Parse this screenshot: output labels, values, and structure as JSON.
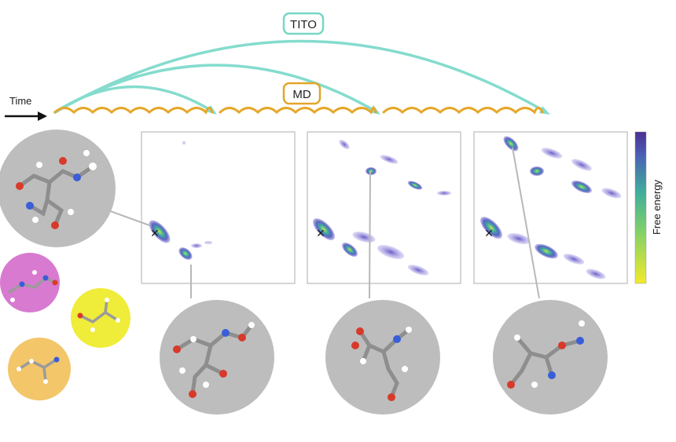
{
  "labels": {
    "tito": "TITO",
    "md": "MD",
    "time": "Time",
    "free_energy": "Free energy"
  },
  "markers": {
    "start_mark": "×"
  },
  "colors": {
    "tito_arc": "#84dccd",
    "tito_badge_border": "#78d6c6",
    "md_wave": "#e6a72a",
    "md_badge_border": "#e2a52a",
    "free_energy_low": "#f2ea2a",
    "free_energy_mid": "#53c190",
    "free_energy_high": "#4b2f8f",
    "circle_gray": "#bdbdbd",
    "circle_pink": "#d87ad0",
    "circle_yellow": "#f0ec3a",
    "circle_orange": "#f3c66a"
  }
}
